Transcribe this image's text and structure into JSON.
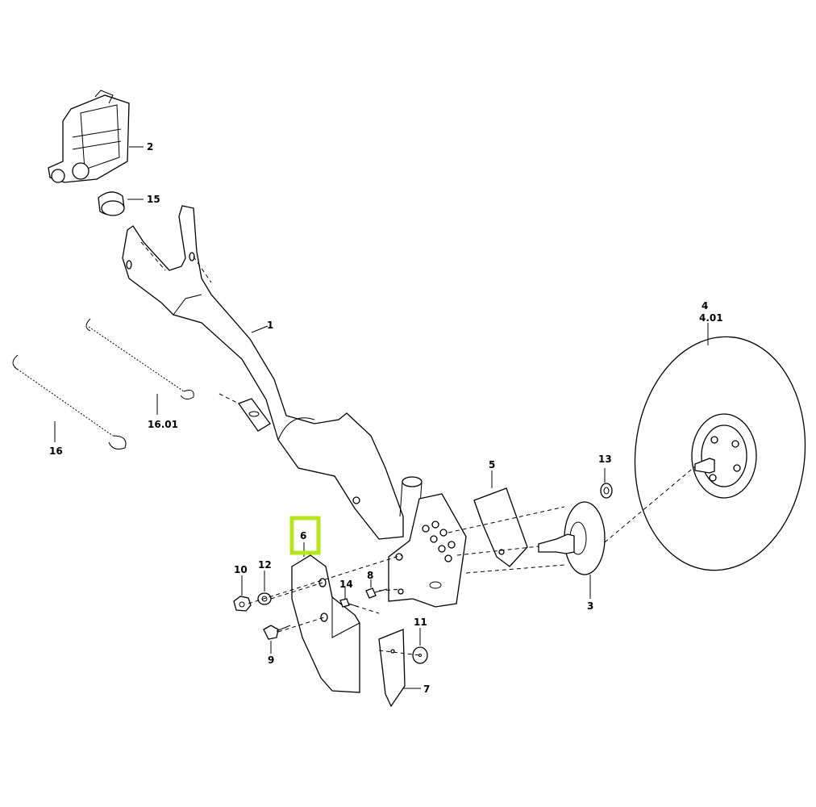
{
  "callouts": {
    "c1": "1",
    "c2": "2",
    "c3": "3",
    "c4": "4",
    "c4_01": "4.01",
    "c5": "5",
    "c6": "6",
    "c7": "7",
    "c8": "8",
    "c9": "9",
    "c10": "10",
    "c11": "11",
    "c12": "12",
    "c13": "13",
    "c14": "14",
    "c15": "15",
    "c16": "16",
    "c16_01": "16.01"
  },
  "colors": {
    "highlight": "#b5e51d",
    "line": "#000000",
    "background": "#ffffff"
  }
}
